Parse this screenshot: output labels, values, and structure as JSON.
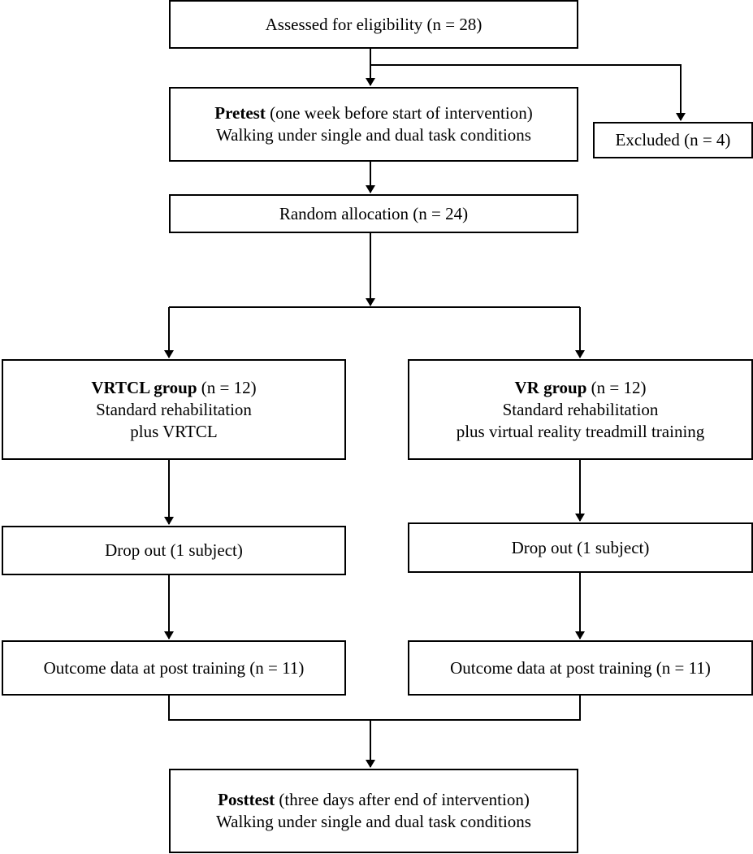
{
  "flowchart": {
    "assessed": "Assessed for eligibility (n = 28)",
    "pretest": {
      "title": "Pretest",
      "title_rest": " (one week before start of intervention)",
      "line2": "Walking under single and dual task conditions"
    },
    "excluded": "Excluded (n = 4)",
    "random_allocation": "Random allocation (n = 24)",
    "vrtcl_group": {
      "title": "VRTCL group",
      "title_rest": " (n = 12)",
      "line2": "Standard rehabilitation",
      "line3": "plus VRTCL"
    },
    "vr_group": {
      "title": "VR group",
      "title_rest": " (n = 12)",
      "line2": "Standard rehabilitation",
      "line3": "plus virtual reality treadmill training"
    },
    "dropout_left": "Drop out (1 subject)",
    "dropout_right": "Drop out (1 subject)",
    "outcome_left": "Outcome data at post training (n = 11)",
    "outcome_right": "Outcome data at post training (n = 11)",
    "posttest": {
      "title": "Posttest",
      "title_rest": " (three days after end of intervention)",
      "line2": "Walking under single and dual task conditions"
    }
  }
}
